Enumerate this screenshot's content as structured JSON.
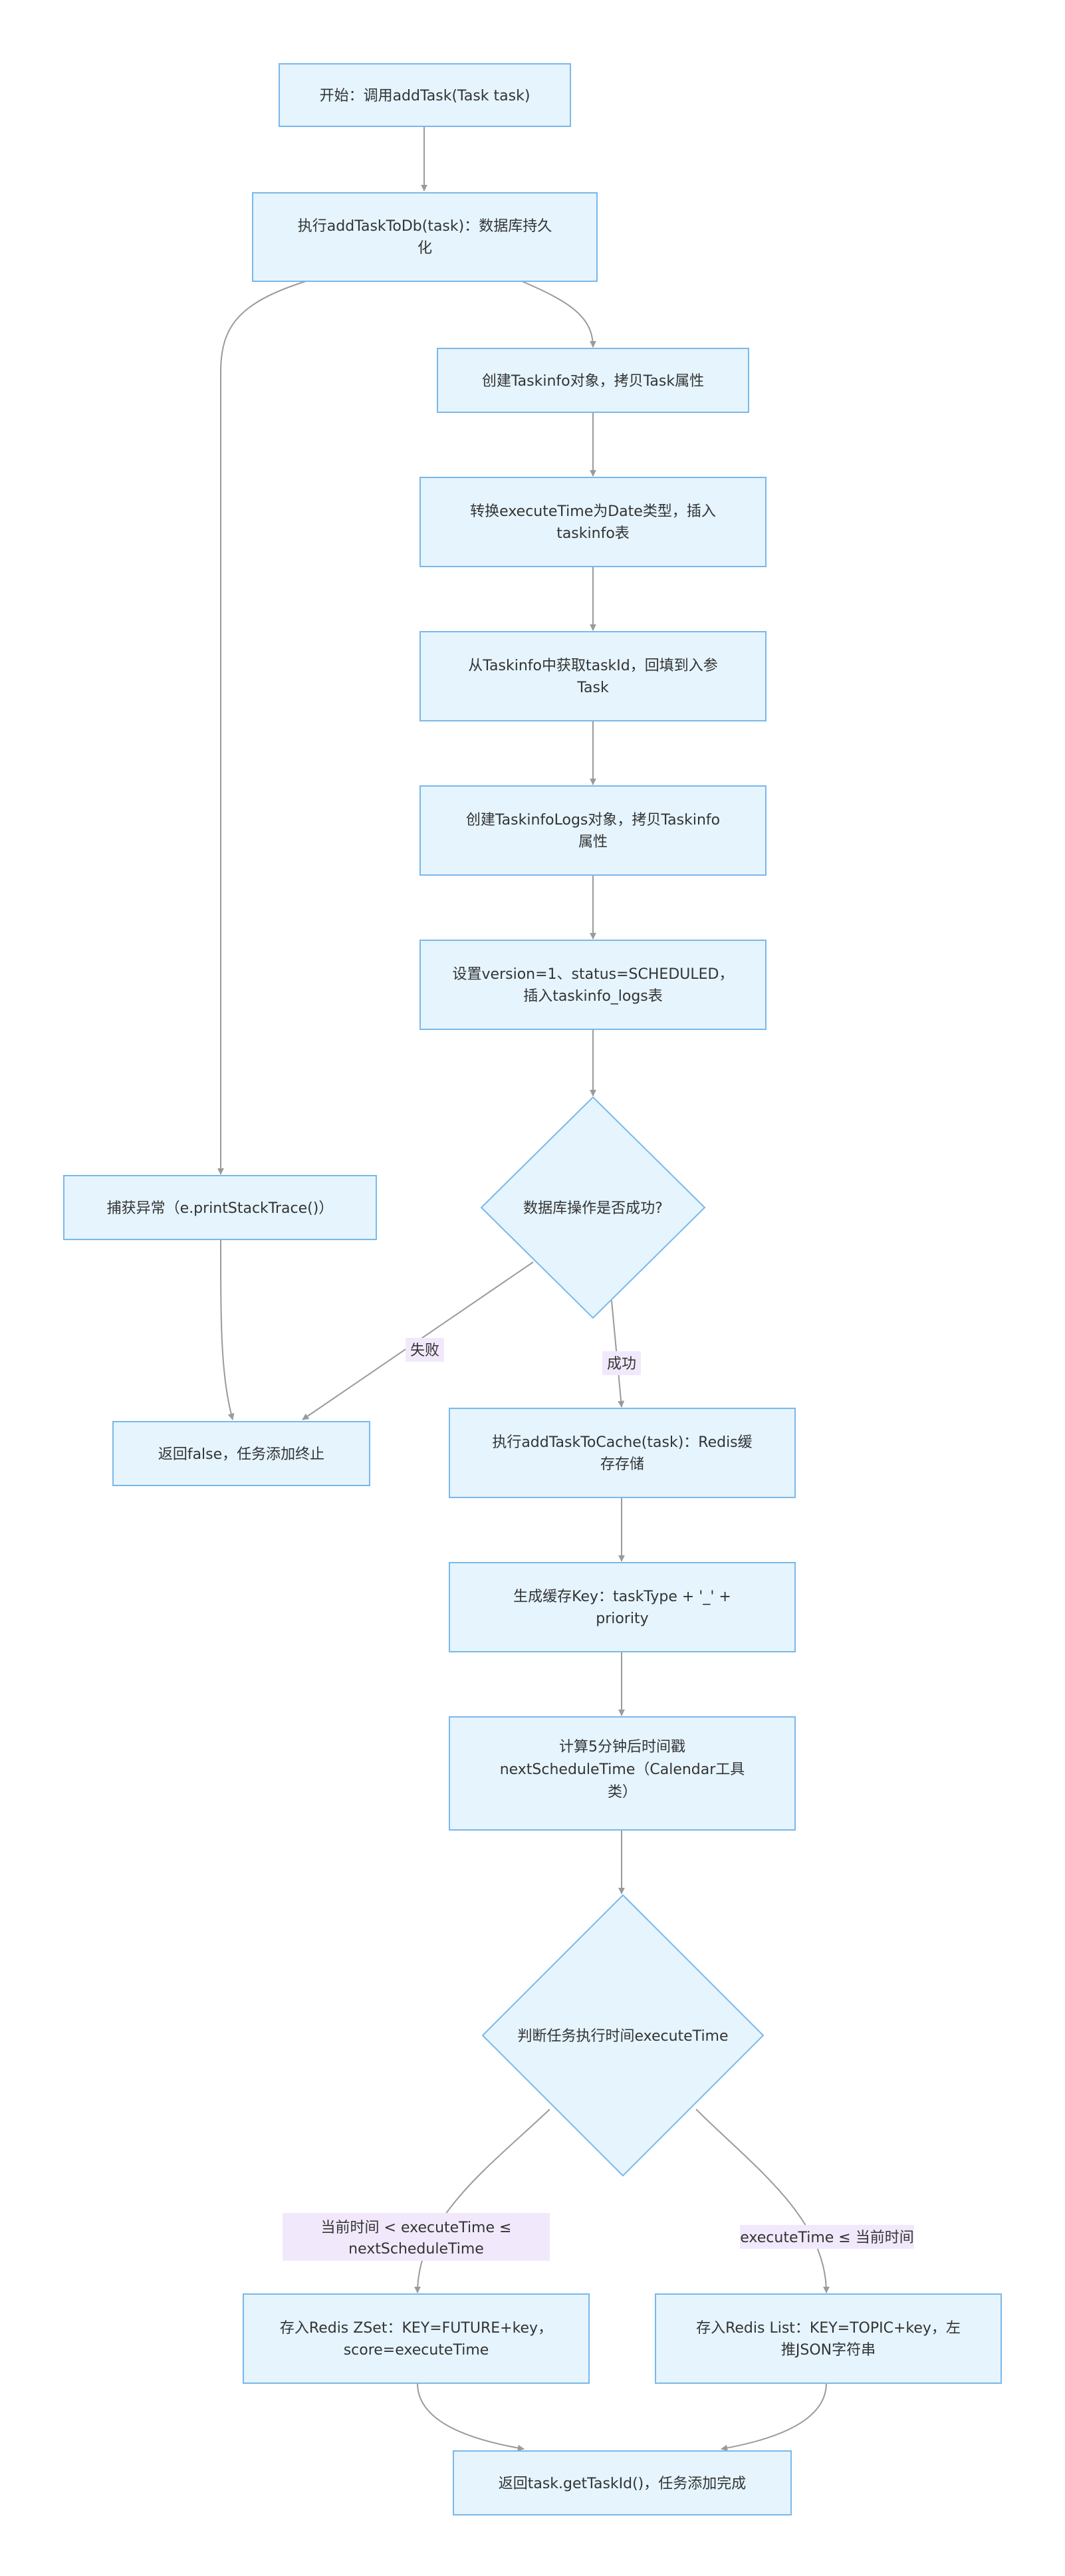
{
  "nodes": {
    "start": [
      "开始：调用addTask(Task task)"
    ],
    "add_to_db": [
      "执行addTaskToDb(task)：数据库持久",
      "化"
    ],
    "create_taskinfo": [
      "创建Taskinfo对象，拷贝Task属性"
    ],
    "convert_time": [
      "转换executeTime为Date类型，插入",
      "taskinfo表"
    ],
    "get_task_id": [
      "从Taskinfo中获取taskId，回填到入参",
      "Task"
    ],
    "create_logs": [
      "创建TaskinfoLogs对象，拷贝Taskinfo",
      "属性"
    ],
    "set_version": [
      "设置version=1、status=SCHEDULED，",
      "插入taskinfo_logs表"
    ],
    "db_success_decision": [
      "数据库操作是否成功?"
    ],
    "catch_exception": [
      "捕获异常（e.printStackTrace()）"
    ],
    "return_false": [
      "返回false，任务添加终止"
    ],
    "add_to_cache": [
      "执行addTaskToCache(task)：Redis缓",
      "存存储"
    ],
    "gen_key": [
      "生成缓存Key：taskType + '_' +",
      "priority"
    ],
    "calc_time": [
      "计算5分钟后时间戳",
      "nextScheduleTime（Calendar工具",
      "类）"
    ],
    "time_decision": [
      "判断任务执行时间executeTime"
    ],
    "zset": [
      "存入Redis ZSet：KEY=FUTURE+key，",
      "score=executeTime"
    ],
    "list": [
      "存入Redis List：KEY=TOPIC+key，左",
      "推JSON字符串"
    ],
    "return_id": [
      "返回task.getTaskId()，任务添加完成"
    ]
  },
  "edge_labels": {
    "fail": "失败",
    "success": "成功",
    "future": [
      "当前时间 < executeTime ≤",
      "nextScheduleTime"
    ],
    "now": "executeTime ≤ 当前时间"
  }
}
